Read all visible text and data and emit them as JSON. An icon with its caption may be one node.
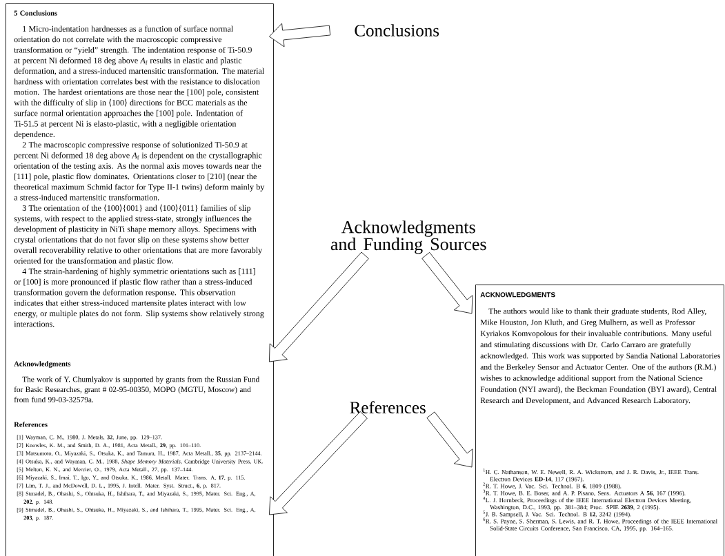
{
  "diagram": {
    "nodes": [
      {
        "text": [],
        "shape": "box"
      },
      {
        "text": [
          "5 Conclusions",
          "1 Micro-indentation hardnesses as a function of surface normal orientation do not correlate with the macroscopic compressive transformation or “yield” strength. The indentation response of Ti-50.9 at percent Ni deformed 18 deg above *A*$_{f}$ results in elastic and plastic deformation, and a stress-induced martensitic transformation. The material hardness with orientation correlates best with the resistance to dislocation motion. The hardest orientations are those near the [100] pole, consistent with the difficulty of slip in ⟨100⟩ directions for BCC materials as the surface normal orientation approaches the [100] pole. Indentation of Ti-51.5 at percent Ni is elasto-plastic, with a negligible orientation dependence.",
          "2 The macroscopic compressive response of solutionized Ti-50.9 at percent Ni deformed 18 deg above *A*$_{f}$ is dependent on the crystallographic orientation of the testing axis. As the normal axis moves towards near the [111] pole, plastic flow dominates. Orientations closer to [210] (near the theoretical maximum Schmid factor for Type II-1 twins) deform mainly by a stress-induced martensitic transformation.",
          "3 The orientation of the ⟨100⟩{001} and ⟨100⟩{011} families of slip systems, with respect to the applied stress-state, strongly influences the development of plasticity in NiTi shape memory alloys. Specimens with crystal orientations that do not favor slip on these systems show better overall recoverability relative to other orientations that are more favorably oriented for the transformation and plastic flow.",
          "4 The strain-hardening of highly symmetric orientations such as [111] or [100] is more pronounced if plastic flow rather than a stress-induced transformation govern the deformation response. This observation indicates that either stress-induced martensite plates interact with low energy, or multiple plates do not form. Slip systems show relatively strong interactions."
        ],
        "in": 0
      },
      {
        "text": [
          "Acknowledgments",
          "The work of Y. Chumlyakov is supported by grants from the Russian Fund for Basic Researches, grant # 02-95-00350, MOPO (MGTU, Moscow) and from fund 99-03-32579a."
        ],
        "in": 0
      },
      {
        "text": [
          "References",
          "[1] Wayman, C. M., 1980, J. Metals, **32**, June, pp. 129–137.",
          "[2] Knowles, K. M., and Smith, D. A., 1981, Acta Metall., **29**, pp. 101–110.",
          "[3] Matsumoto, O., Miyazaki, S., Otsuka, K., and Tamura, H., 1987, Acta Metall., **35**, pp. 2137–2144.",
          "[4] Otsuka, K., and Wayman, C. M., 1988, *Shape Memory Materials*, Cambridge University Press, UK.",
          "[5] Melton, K. N., and Mercier, O., 1979, Acta Metall., 27, pp. 137–144.",
          "[6] Miyazaki, S., Imai, T., Igo, Y., and Otsuka, K., 1986, Metall. Mater. Trans. A, **17**, p. 115.",
          "[7] Lim, T. J., and McDowell, D. L., 1995, J. Intell. Mater. Syst. Struct., **6**, p. 817.",
          "[8] Strnadel, B., Ohashi, S., Ohtsuka, H., Ishihara, T., and Miyazaki, S., 1995, Mater. Sci. Eng., A, **202**, p. 148.",
          "[9] Strnadel, B., Ohashi, S., Ohtsuka, H., Miyazaki, S., and Ishihara, T., 1995, Mater. Sci. Eng., A, **203**, p. 187."
        ],
        "in": 0
      },
      {
        "text": [],
        "shape": "box"
      },
      {
        "text": [
          "ACKNOWLEDGMENTS",
          "The authors would like to thank their graduate students, Rod Alley, Mike Houston, Jon Kluth, and Greg Mulhern, as well as Professor Kyriakos Komvopolous for their invaluable contributions. Many useful and stimulating discussions with Dr. Carlo Carraro are gratefully acknowledged. This work was supported by Sandia National Laboratories and the Berkeley Sensor and Actuator Center. One of the authors (R.M.) wishes to acknowledge additional support from the National Science Foundation (NYI award), the Beckman Foundation (BYI award), Central Research and Development, and Advanced Research Laboratory."
        ],
        "in": 4
      },
      {
        "text": [
          "$^{1}$H. C. Nathanson, W. E. Newell, R. A. Wickstrom, and J. R. Davis, Jr., IEEE Trans. Electron Devices **ED-14**, 117 (1967).",
          "$^{2}$R. T. Howe, J. Vac. Sci. Technol. B **6**, 1809 (1988).",
          "$^{3}$R. T. Howe, B. E. Boser, and A. P. Pisano, Sens. Actuators A **56**, 167 (1996).",
          "$^{4}$L. J. Hornbeck, Proceedings of the IEEE International Electron Devices Meeting, Washington, D.C., 1993, pp. 381–384; Proc. SPIE **2639**, 2 (1995).",
          "$^{5}$J. B. Sampsell, J. Vac. Sci. Technol. B **12**, 3242 (1994).",
          "$^{6}$R. S. Payne, S. Sherman, S. Lewis, and R. T. Howe, Proceedings of the IEEE International Solid-State Circuits Conference, San Francisco, CA, 1995, pp. 164–165."
        ],
        "in": 4
      },
      {
        "text": [
          "Conclusions"
        ]
      },
      {
        "text": [
          "Acknowledgments and Funding Sources"
        ]
      },
      {
        "text": [
          "References"
        ]
      }
    ],
    "edges": [
      {
        "from": 7,
        "to": 1,
        "arrow": "to"
      },
      {
        "from": 8,
        "to": 2,
        "arrow": "to"
      },
      {
        "from": 8,
        "to": 5,
        "arrow": "to"
      },
      {
        "from": 9,
        "to": 3,
        "arrow": "to"
      },
      {
        "from": 9,
        "to": 6,
        "arrow": "to"
      }
    ]
  }
}
